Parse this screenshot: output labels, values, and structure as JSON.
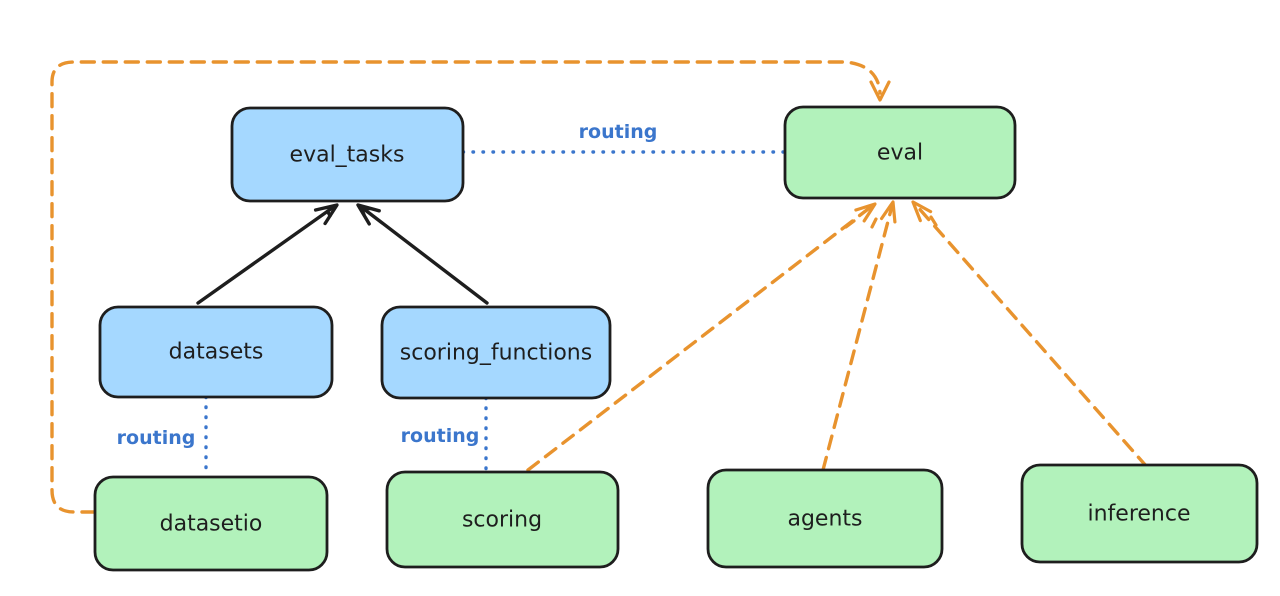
{
  "colors": {
    "background": "#ffffff",
    "node_border": "#1e1e1e",
    "blue_node_fill": "#a5d8ff",
    "green_node_fill": "#b2f2bb",
    "routing_blue": "#3b76cc",
    "arrow_black": "#1e1e1e",
    "arrow_orange": "#e8932e"
  },
  "diagram": {
    "nodes": [
      {
        "id": "eval_tasks",
        "label": "eval_tasks",
        "color": "blue"
      },
      {
        "id": "eval",
        "label": "eval",
        "color": "green"
      },
      {
        "id": "datasets",
        "label": "datasets",
        "color": "blue"
      },
      {
        "id": "scoring_functions",
        "label": "scoring_functions",
        "color": "blue"
      },
      {
        "id": "datasetio",
        "label": "datasetio",
        "color": "green"
      },
      {
        "id": "scoring",
        "label": "scoring",
        "color": "green"
      },
      {
        "id": "agents",
        "label": "agents",
        "color": "green"
      },
      {
        "id": "inference",
        "label": "inference",
        "color": "green"
      }
    ],
    "edges": [
      {
        "from": "datasets",
        "to": "eval_tasks",
        "style": "solid-arrow"
      },
      {
        "from": "scoring_functions",
        "to": "eval_tasks",
        "style": "solid-arrow"
      },
      {
        "from": "eval_tasks",
        "to": "eval",
        "style": "dotted",
        "label": "routing"
      },
      {
        "from": "datasets",
        "to": "datasetio",
        "style": "dotted",
        "label": "routing"
      },
      {
        "from": "scoring_functions",
        "to": "scoring",
        "style": "dotted",
        "label": "routing"
      },
      {
        "from": "datasetio",
        "to": "eval",
        "style": "dashed-arrow"
      },
      {
        "from": "scoring",
        "to": "eval",
        "style": "dashed-arrow"
      },
      {
        "from": "agents",
        "to": "eval",
        "style": "dashed-arrow"
      },
      {
        "from": "inference",
        "to": "eval",
        "style": "dashed-arrow"
      }
    ]
  }
}
